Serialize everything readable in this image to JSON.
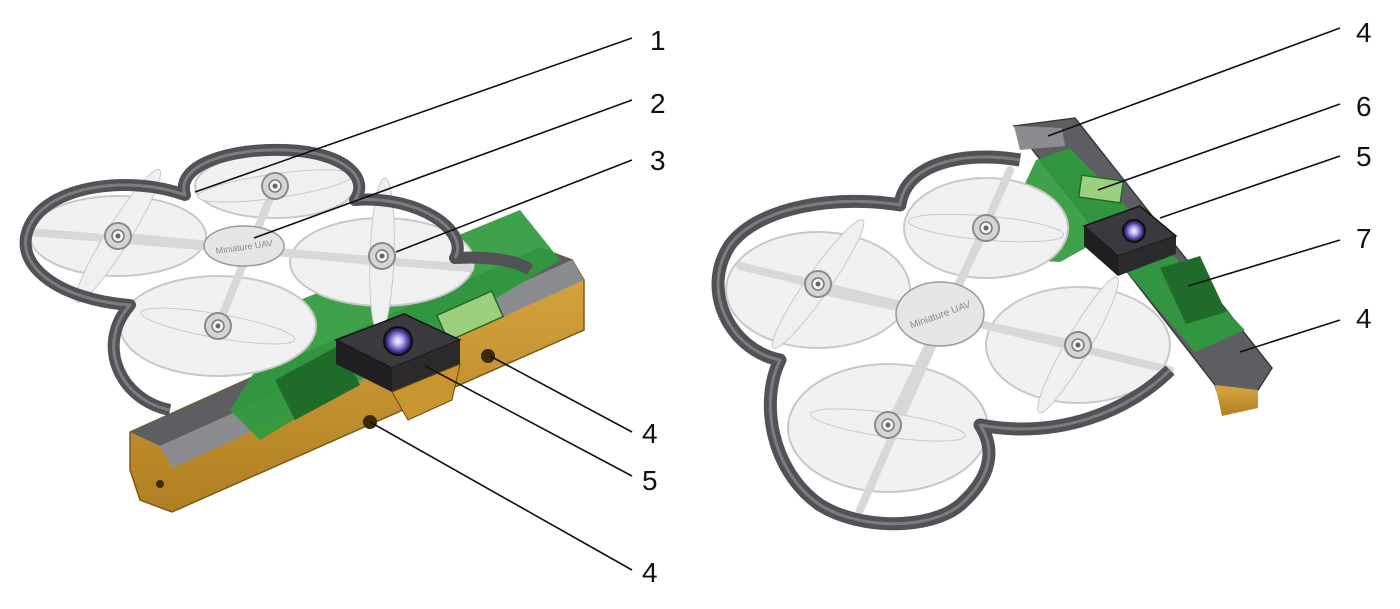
{
  "image": {
    "description": "Two perspective views of a miniature quadcopter drone with ring propeller guards and a battery/camera pod, each with numbered callouts"
  },
  "views": [
    {
      "id": "left-view",
      "hub_label": "Miniature UAV",
      "callouts": [
        "1",
        "2",
        "3",
        "4",
        "5",
        "4"
      ]
    },
    {
      "id": "right-view",
      "hub_label": "Miniature UAV",
      "callouts": [
        "4",
        "6",
        "5",
        "7",
        "4"
      ]
    }
  ],
  "colors": {
    "frame_dark": "#505255",
    "frame_light": "#7a7c80",
    "propeller": "#eeeeee",
    "disk": "#f1f1f1",
    "pcb_green": "#2f9a3c",
    "pcb_light": "#9ccf7e",
    "battery_gold": "#c8952e",
    "camera_body": "#2a2a2c",
    "lens_purple": "#7a6cc9",
    "leader_line": "#111111"
  }
}
